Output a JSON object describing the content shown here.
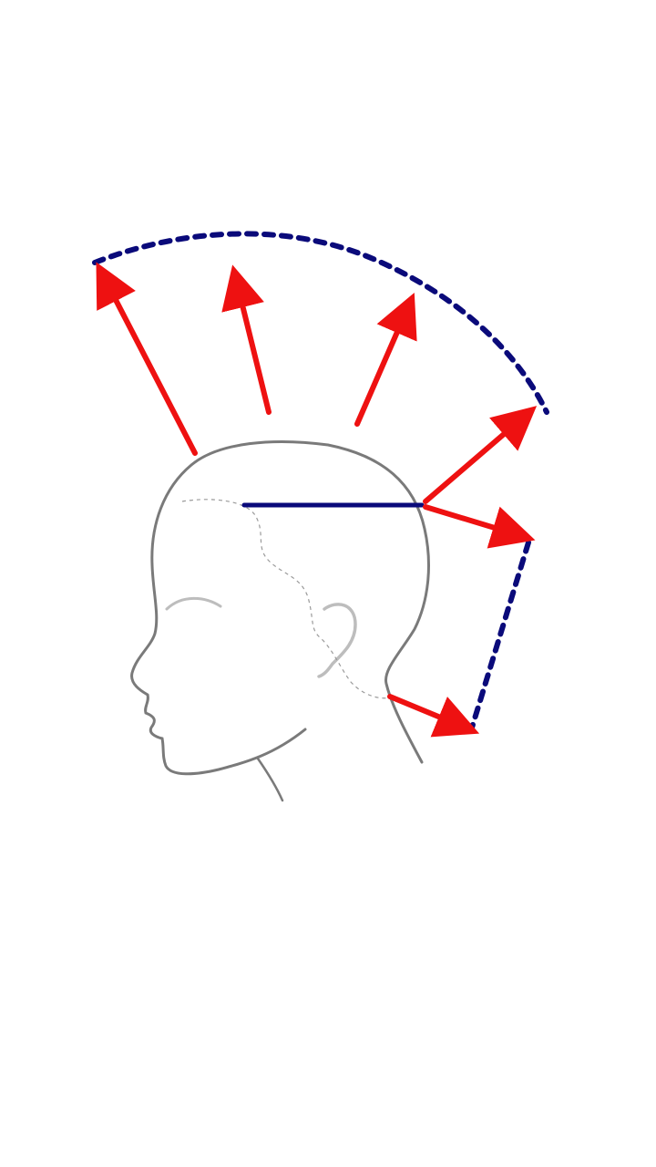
{
  "diagram": {
    "subject": "head-profile-left-facing",
    "colors": {
      "background": "#ffffff",
      "head_outline": "#7a7a7a",
      "face_details": "#bdbdbd",
      "hairline_dashed": "#9a9a9a",
      "arrow": "#ee1111",
      "guide_line": "#0a0a7a"
    },
    "elements": [
      "head-outline",
      "ear-icon",
      "eyebrow-icon",
      "hairline-dashed",
      "parting-line",
      "top-guide-arc",
      "back-guide-line",
      "direction-arrows"
    ],
    "arrow_count": 6
  }
}
